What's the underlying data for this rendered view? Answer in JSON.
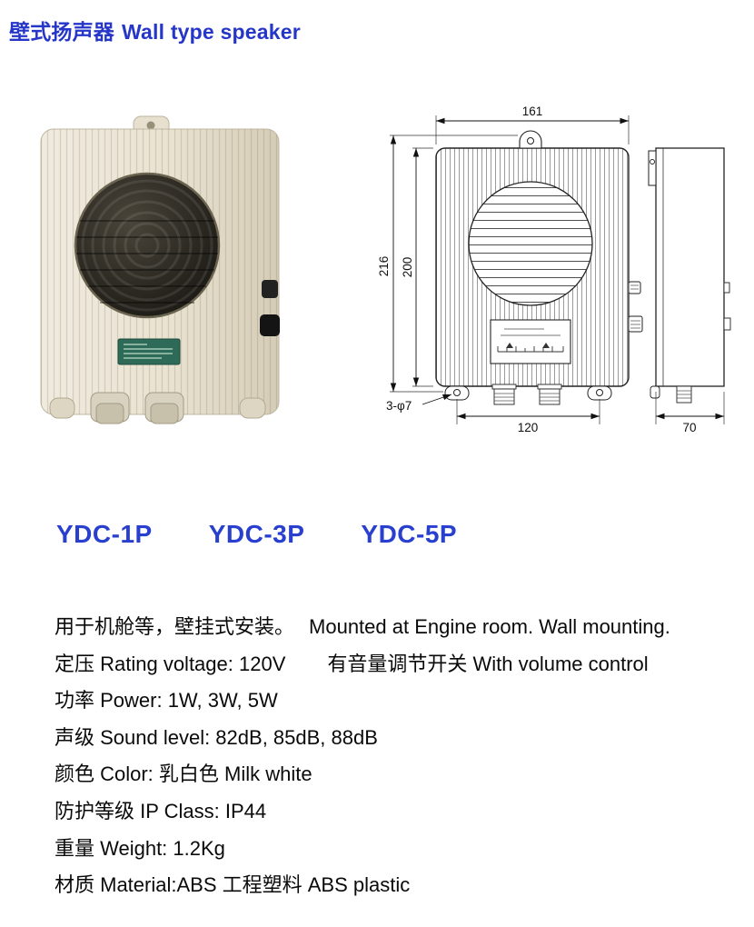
{
  "header": {
    "title_zh": "壁式扬声器",
    "title_en": "Wall type speaker"
  },
  "models": [
    "YDC-1P",
    "YDC-3P",
    "YDC-5P"
  ],
  "drawing": {
    "dim_width_top": "161",
    "dim_height_outer": "216",
    "dim_height_inner": "200",
    "dim_hole_spacing": "120",
    "dim_depth": "70",
    "holes_note": "3-φ7"
  },
  "specs": [
    {
      "left": "用于机舱等，壁挂式安装。",
      "right": "Mounted at Engine room. Wall mounting."
    },
    {
      "left": "定压 Rating voltage: 120V",
      "right": "有音量调节开关 With volume control"
    },
    {
      "left": "功率 Power: 1W, 3W, 5W",
      "right": ""
    },
    {
      "left": "声级 Sound level: 82dB, 85dB, 88dB",
      "right": ""
    },
    {
      "left": "颜色 Color: 乳白色 Milk white",
      "right": ""
    },
    {
      "left": "防护等级 IP Class: IP44",
      "right": ""
    },
    {
      "left": "重量 Weight: 1.2Kg",
      "right": ""
    },
    {
      "left": "材质 Material:ABS 工程塑料 ABS plastic",
      "right": ""
    }
  ],
  "colors": {
    "accent_blue": "#2536c8"
  }
}
